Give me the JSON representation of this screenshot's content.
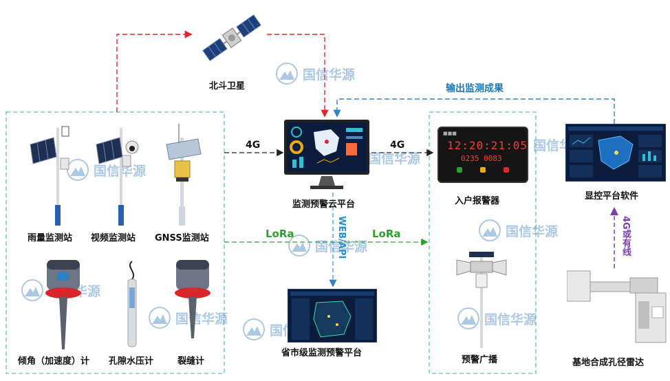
{
  "nodes": {
    "satellite": "北斗卫星",
    "cloud": "监测预警云平台",
    "alarm": "入户报警器",
    "display": "显控平台软件",
    "rain": "雨量监测站",
    "video": "视频监测站",
    "gnss": "GNSS监测站",
    "tilt": "倾角（加速度）计",
    "pore": "孔隙水压计",
    "crack": "裂缝计",
    "provincial": "省市级监测预警平台",
    "broadcast": "预警广播",
    "radar": "基地合成孔径雷达"
  },
  "edges": {
    "output": "输出监测成果",
    "g4_left": "4G",
    "g4_right": "4G",
    "lora_left": "LoRa",
    "lora_right": "LoRa",
    "webapi": "WEB/API",
    "wired": "4G或有线"
  },
  "alarm_display": {
    "time": "12:20:21:05",
    "line2": "0235 0083"
  },
  "watermark": "国信华源",
  "colors": {
    "red": "#e0262b",
    "blue": "#2f80c4",
    "green": "#2ca02c",
    "teal": "#5bc4b8",
    "purple": "#7b3fb5"
  }
}
